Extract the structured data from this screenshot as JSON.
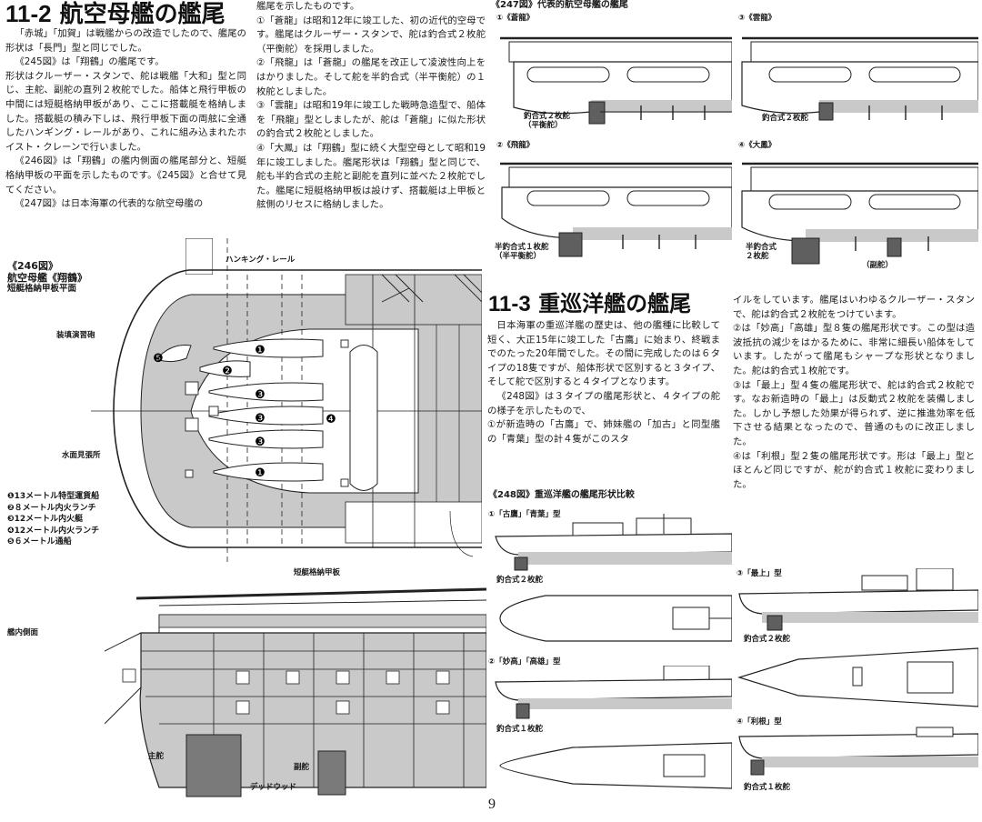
{
  "left": {
    "section_number": "11-2",
    "section_title": "航空母艦の艦尾",
    "paragraphs": [
      "「赤城」「加賀」は戦艦からの改造でしたので、艦尾の形状は「長門」型と同じでした。",
      "《245図》は「翔鶴」の艦尾です。",
      "形状はクルーザー・スタンで、舵は戦艦「大和」型と同じ、主舵、副舵の直列２枚舵でした。船体と飛行甲板の中間には短艇格納甲板があり、ここに搭載艇を格納しました。搭載艇の積み下しは、飛行甲板下面の両舷に全通したハンギング・レールがあり、これに組み込まれたホイスト・クレーンで行いました。",
      "《246図》は「翔鶴」の艦内側面の艦尾部分と、短艇格納甲板の平面を示したものです。《245図》と合せて見てください。",
      "《247図》は日本海軍の代表的な航空母艦の"
    ]
  },
  "middle": {
    "paragraphs": [
      "艦尾を示したものです。",
      "①「蒼龍」は昭和12年に竣工した、初の近代的空母です。艦尾はクルーザー・スタンで、舵は釣合式２枚舵（平衡舵）を採用しました。",
      "②「飛龍」は「蒼龍」の艦尾を改正して凌波性向上をはかりました。そして舵を半釣合式（半平衡舵）の１枚舵としました。",
      "③「雲龍」は昭和19年に竣工した戦時急造型で、船体を「飛龍」型としましたが、舵は「蒼龍」に似た形状の釣合式２枚舵としました。",
      "④「大鳳」は「翔鶴」型に続く大型空母として昭和19年に竣工しました。艦尾形状は「翔鶴」型と同じで、舵も半釣合式の主舵と副舵を直列に並べた２枚舵でした。艦尾に短艇格納甲板は設けず、搭載艇は上甲板と舷側のリセスに格納しました。"
    ]
  },
  "fig246": {
    "number": "《246図》",
    "title": "航空母艦《翔鶴》",
    "subtitle": "短艇格納甲板平面",
    "label_rail": "ハンキング・レール",
    "label_gun": "装填演習砲",
    "label_lookout": "水面見張所",
    "label_deck": "短艇格納甲板",
    "label_side": "艦内側面",
    "label_main_rudder": "主舵",
    "label_sub_rudder": "副舵",
    "label_deadwood": "デッドウッド",
    "legend": [
      "❶13メートル特型運貨船",
      "❷８メートル内火ランチ",
      "❸12メートル内火艇",
      "❹12メートル内火ランチ",
      "❺６メートル通船"
    ],
    "marks": [
      "❶",
      "❷",
      "❸",
      "❸",
      "❸",
      "❶",
      "❹",
      "❺"
    ]
  },
  "fig247": {
    "title": "《247図》代表的航空母艦の艦尾",
    "p1": "①《蒼龍》",
    "p2": "②《飛龍》",
    "p3": "③《雲龍》",
    "p4": "④《大鳳》",
    "r1": "釣合式２枚舵",
    "r1b": "（平衡舵）",
    "r2": "半釣合式１枚舵",
    "r2b": "（半平衡舵）",
    "r3": "釣合式２枚舵",
    "r4": "半釣合式",
    "r4b": "２枚舵",
    "r4c": "（副舵）"
  },
  "right": {
    "section_number": "11-3",
    "section_title": "重巡洋艦の艦尾",
    "paragraphs": [
      "日本海軍の重巡洋艦の歴史は、他の艦種に比較して短く、大正15年に竣工した「古鷹」に始まり、終戦までのたった20年間でした。その間に完成したのは６タイプの18隻ですが、船体形状で区別すると３タイプ、そして舵で区別すると４タイプとなります。",
      "《248図》は３タイプの艦尾形状と、４タイプの舵の様子を示したもので、",
      "①が新造時の「古鷹」で、姉妹艦の「加古」と同型艦の「青葉」型の計４隻がこのスタ"
    ],
    "col2": [
      "イルをしています。艦尾はいわゆるクルーザー・スタンで、舵は釣合式２枚舵をつけています。",
      "②は「妙高」「高雄」型８隻の艦尾形状です。この型は造波抵抗の減少をはかるために、非常に細長い船体をしています。したがって艦尾もシャープな形状となりました。舵は釣合式１枚舵です。",
      "③は「最上」型４隻の艦尾形状で、舵は釣合式２枚舵です。なお新造時の「最上」は反動式２枚舵を装備しました。しかし予想した効果が得られず、逆に推進効率を低下させる結果となったので、普通のものに改正しました。",
      "④は「利根」型２隻の艦尾形状です。形は「最上」型とほとんど同じですが、舵が釣合式１枚舵に変わりました。"
    ]
  },
  "fig248": {
    "title": "《248図》重巡洋艦の艦尾形状比較",
    "s1": "①「古鷹」「青葉」型",
    "s1r": "釣合式２枚舵",
    "s2": "②「妙高」「高雄」型",
    "s2r": "釣合式１枚舵",
    "s3": "③「最上」型",
    "s3r": "釣合式２枚舵",
    "s4": "④「利根」型",
    "s4r": "釣合式１枚舵"
  },
  "page_number": "9"
}
